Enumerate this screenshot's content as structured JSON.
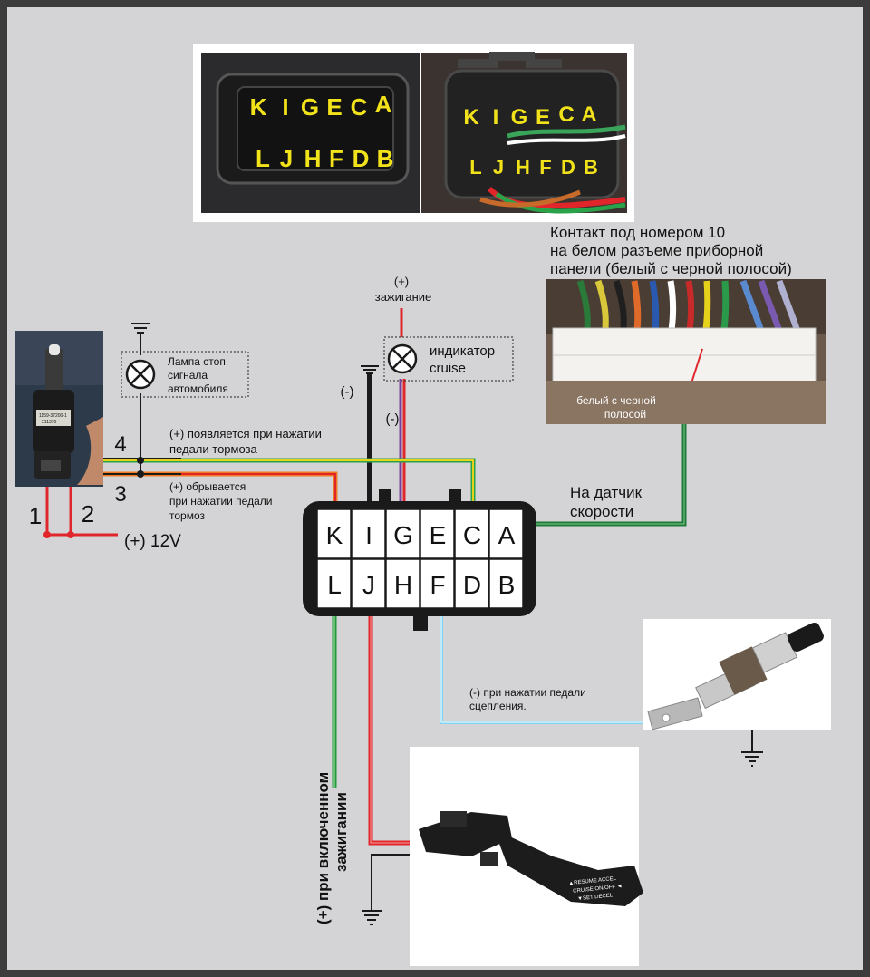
{
  "photo_connector": {
    "left_top_letters": [
      "K",
      "I",
      "G",
      "E",
      "C",
      "A"
    ],
    "left_bottom_letters": [
      "L",
      "J",
      "H",
      "F",
      "D",
      "B"
    ],
    "right_top_letters": [
      "K",
      "I",
      "G",
      "E",
      "C",
      "A"
    ],
    "right_bottom_letters": [
      "L",
      "J",
      "H",
      "F",
      "D",
      "B"
    ]
  },
  "dash_note": {
    "line1": "Контакт под номером 10",
    "line2": "на белом разъеме приборной",
    "line3": "панели (белый с черной полосой)",
    "photo_label_1": "белый с черной",
    "photo_label_2": "полосой"
  },
  "ignition": {
    "plus": "(+)",
    "label": "зажигание"
  },
  "cruise_indicator": {
    "line1": "индикатор",
    "line2": "cruise"
  },
  "minus_labels": {
    "ground_minus": "(-)",
    "indicator_minus": "(-)"
  },
  "brake_lamp": {
    "line1": "Лампа стоп",
    "line2": "сигнала",
    "line3": "автомобиля"
  },
  "brake_switch": {
    "pin4": "4",
    "pin3": "3",
    "pin1": "1",
    "pin2": "2",
    "supply": "(+) 12V",
    "wire4_line1": "(+) появляется при нажатии",
    "wire4_line2": "педали тормоза",
    "wire3_line1": "(+) обрывается",
    "wire3_line2": "при нажатии педали",
    "wire3_line3": "тормоз",
    "part_text_1": "1159-37200-1",
    "part_text_2": "211370"
  },
  "connector": {
    "top_row": [
      "K",
      "I",
      "G",
      "E",
      "C",
      "A"
    ],
    "bottom_row": [
      "L",
      "J",
      "H",
      "F",
      "D",
      "B"
    ]
  },
  "speed_sensor": {
    "line1": "На датчик",
    "line2": "скорости"
  },
  "clutch": {
    "line1": "(-) при нажатии педали",
    "line2": "сцепления."
  },
  "ignition_on": {
    "line1": "(+) при включенном",
    "line2": "зажигании"
  },
  "stalk": {
    "line1": "▲RESUME ACCEL",
    "line2": "CRUISE ON/OFF ◄",
    "line3": "▼SET DECEL"
  },
  "colors": {
    "red": "#e0262b",
    "green": "#1f9a3a",
    "yellow": "#e6d21a",
    "orange": "#ef7a22",
    "purple": "#7a3f9a",
    "light_blue": "#7fd3ee",
    "dark_green": "#1f7a3a"
  }
}
